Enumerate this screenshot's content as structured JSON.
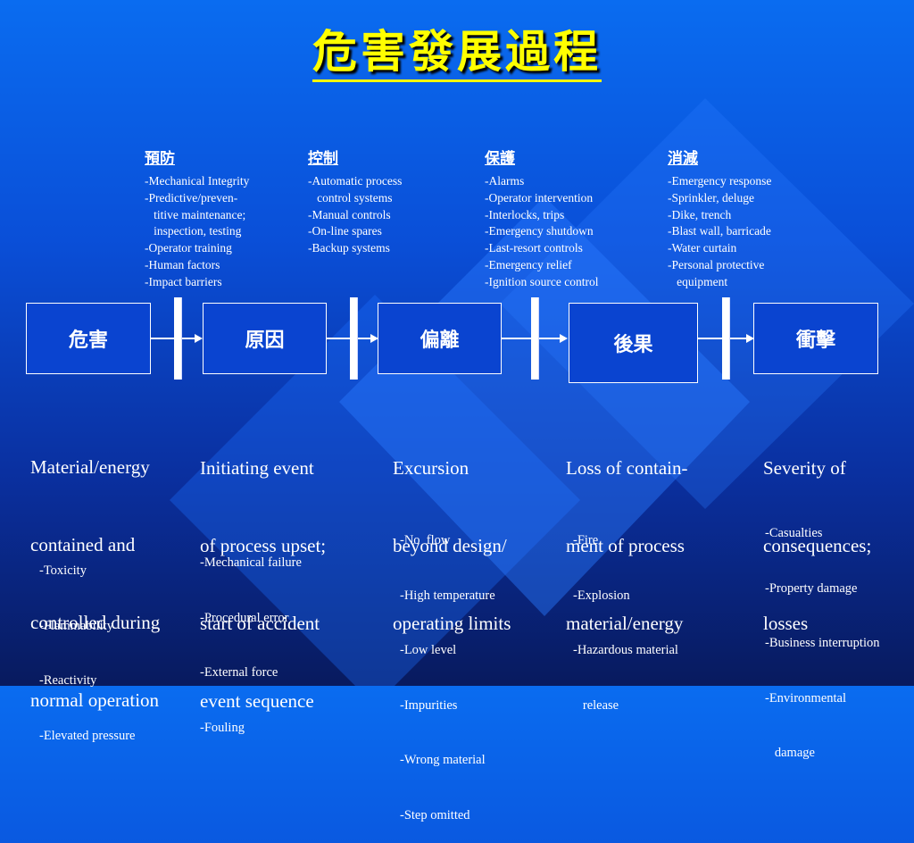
{
  "title": "危害發展過程",
  "barriers": [
    {
      "heading": "預防",
      "items": [
        "-Mechanical Integrity",
        "-Predictive/preven-",
        "   titive maintenance;",
        "   inspection, testing",
        "-Operator training",
        "-Human factors",
        "-Impact barriers"
      ]
    },
    {
      "heading": "控制",
      "items": [
        "-Automatic process",
        "   control systems",
        "-Manual controls",
        "-On-line spares",
        "-Backup systems"
      ]
    },
    {
      "heading": "保護",
      "items": [
        "-Alarms",
        "-Operator intervention",
        "-Interlocks, trips",
        "-Emergency shutdown",
        "-Last-resort controls",
        "-Emergency relief",
        "-Ignition source control"
      ]
    },
    {
      "heading": "消減",
      "items": [
        "-Emergency response",
        "-Sprinkler, deluge",
        "-Dike, trench",
        "-Blast wall, barricade",
        "-Water curtain",
        "-Personal protective",
        "   equipment"
      ]
    }
  ],
  "stages": [
    {
      "label": "危害",
      "description": [
        "Material/energy",
        "contained and",
        "controlled during",
        "normal operation"
      ],
      "items": [
        "-Toxicity",
        "-Flammability",
        "-Reactivity",
        "-Elevated pressure"
      ]
    },
    {
      "label": "原因",
      "description": [
        "Initiating event",
        "of process upset;",
        "start of accident",
        "event sequence"
      ],
      "items": [
        "-Mechanical failure",
        "-Procedural error",
        "-External force",
        "-Fouling"
      ]
    },
    {
      "label": "偏離",
      "description": [
        "Excursion",
        "beyond design/",
        "operating limits"
      ],
      "items": [
        "-No  flow",
        "-High temperature",
        "-Low level",
        "-Impurities",
        "-Wrong material",
        "-Step omitted"
      ]
    },
    {
      "label": "後果",
      "description": [
        "Loss of contain-",
        "ment of process",
        "material/energy"
      ],
      "items": [
        "-Fire",
        "-Explosion",
        "-Hazardous material",
        "   release"
      ]
    },
    {
      "label": "衝擊",
      "description": [
        "Severity of",
        "consequences;",
        "losses"
      ],
      "items": [
        "-Casualties",
        "-Property damage",
        "-Business interruption",
        "-Environmental",
        "   damage"
      ]
    }
  ],
  "colors": {
    "title": "#ffff00",
    "background_top": "#0a6cf0",
    "background_bottom": "#081a5e",
    "text": "#ffffff"
  }
}
